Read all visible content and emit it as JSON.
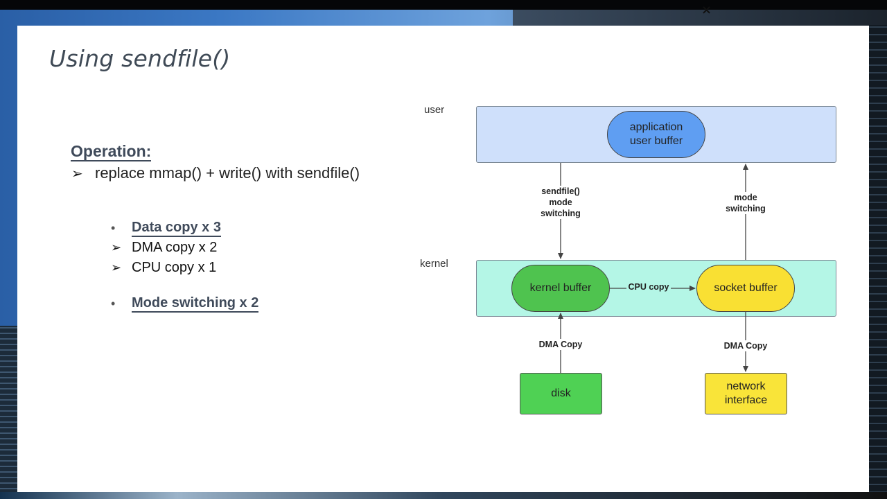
{
  "slide": {
    "title": "Using sendfile()",
    "operation_heading": "Operation:",
    "operation_text": "replace mmap() + write() with sendfile()",
    "bullets": [
      {
        "text": "Data copy x 3"
      },
      {
        "text": "DMA copy x 2"
      },
      {
        "text": "CPU copy x 1"
      },
      {
        "text": "Mode switching x 2"
      }
    ]
  },
  "diagram": {
    "user_label": "user",
    "kernel_label": "kernel",
    "nodes": {
      "app_buffer": "application\nuser buffer",
      "kernel_buffer": "kernel buffer",
      "socket_buffer": "socket buffer",
      "disk": "disk",
      "network": "network\ninterface"
    },
    "edges": {
      "sendfile": "sendfile()\nmode\nswitching",
      "mode_switch": "mode\nswitching",
      "cpu_copy": "CPU copy",
      "dma_in": "DMA Copy",
      "dma_out": "DMA Copy"
    },
    "colors": {
      "user_lane": "#cfe0fb",
      "kernel_lane": "#b4f6e6",
      "app_buffer": "#5f9ef2",
      "kernel_buffer": "#4fc34f",
      "socket_buffer": "#f9e033",
      "disk": "#4fd154",
      "network": "#f9e439"
    }
  },
  "window": {
    "close_glyph": "×"
  }
}
